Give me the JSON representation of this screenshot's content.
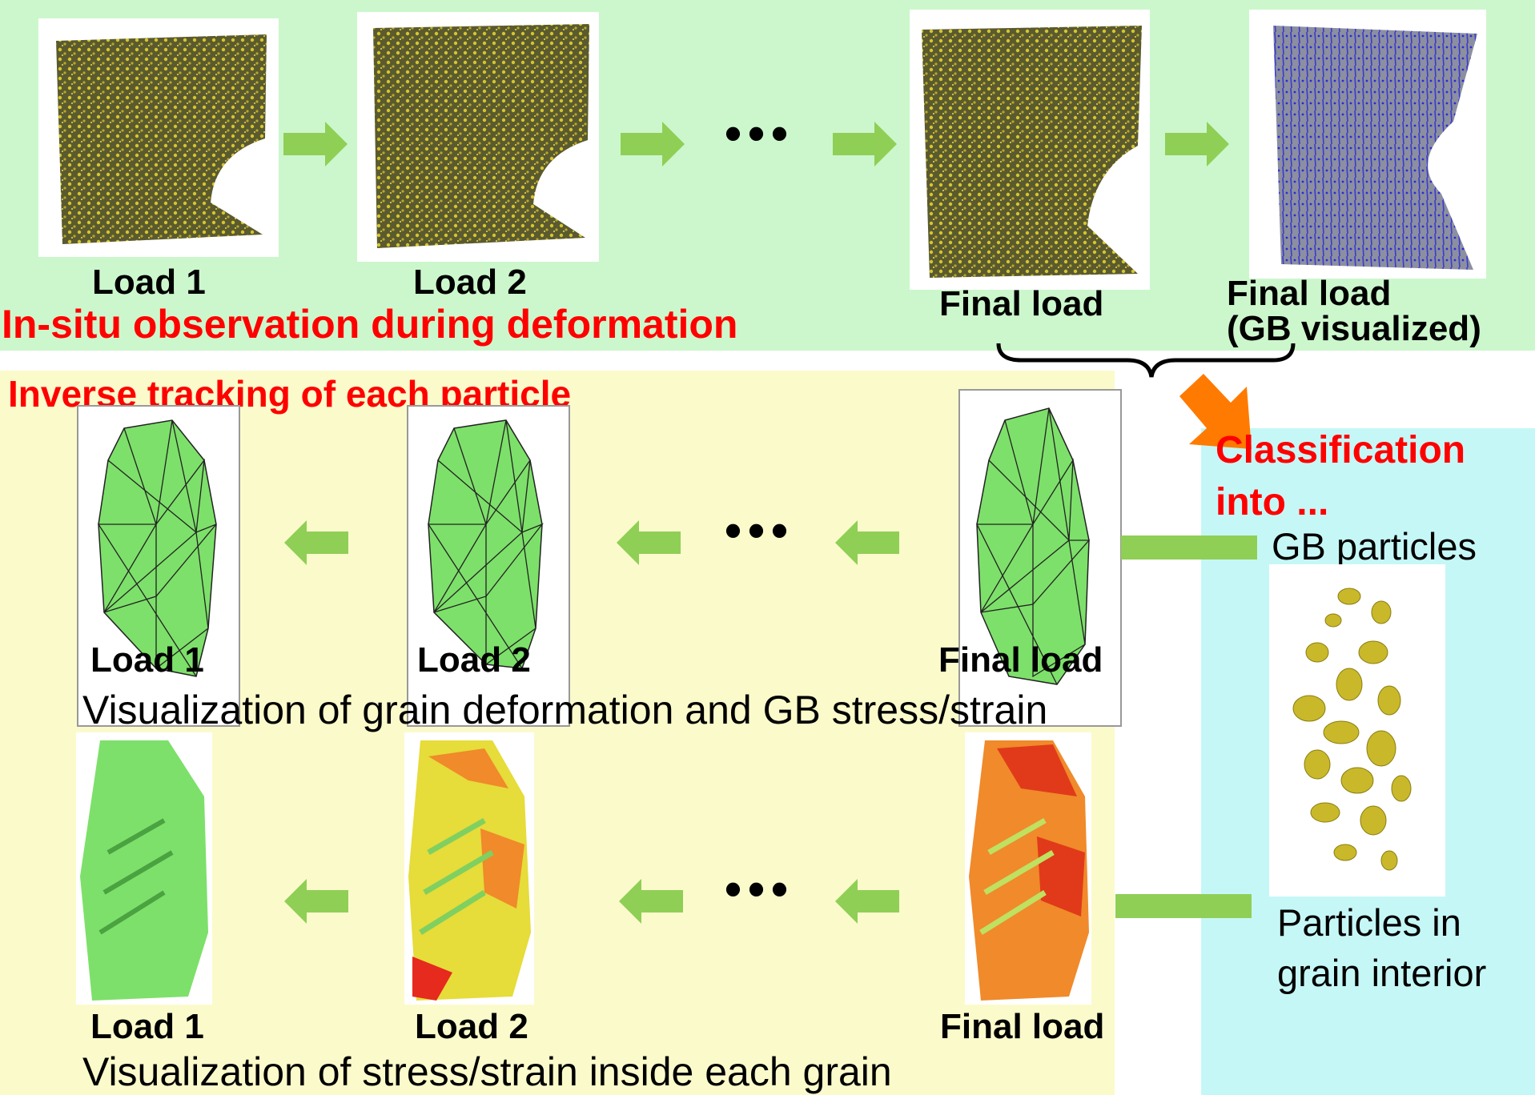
{
  "top_panel": {
    "labels": [
      "Load 1",
      "Load 2",
      "Final load",
      "Final load",
      "(GB visualized)"
    ],
    "title": "In-situ observation during deformation",
    "ellipsis": "•••"
  },
  "middle_panel": {
    "title": "Inverse tracking of each particle",
    "labels": [
      "Load 1",
      "Load 2",
      "Final load"
    ],
    "caption": "Visualization of grain deformation and GB stress/strain",
    "ellipsis": "•••"
  },
  "bottom_panel": {
    "labels": [
      "Load 1",
      "Load 2",
      "Final load"
    ],
    "caption": "Visualization of stress/strain inside each grain",
    "ellipsis": "•••"
  },
  "classification": {
    "title_line1": "Classification",
    "title_line2": "into ...",
    "gb_label": "GB particles",
    "interior_line1": "Particles in",
    "interior_line2": "grain interior"
  },
  "colors": {
    "top_bg": "#ccf7cc",
    "middle_bg": "#fbfacb",
    "cyan_bg": "#c6f7f7",
    "arrow_green": "#8fcf56",
    "arrow_orange": "#ff7a00",
    "title_red": "#ff0000",
    "particle_yellow": "#c9b92a",
    "gb_blue": "#3a3acc",
    "grain_green": "#7de06a"
  }
}
